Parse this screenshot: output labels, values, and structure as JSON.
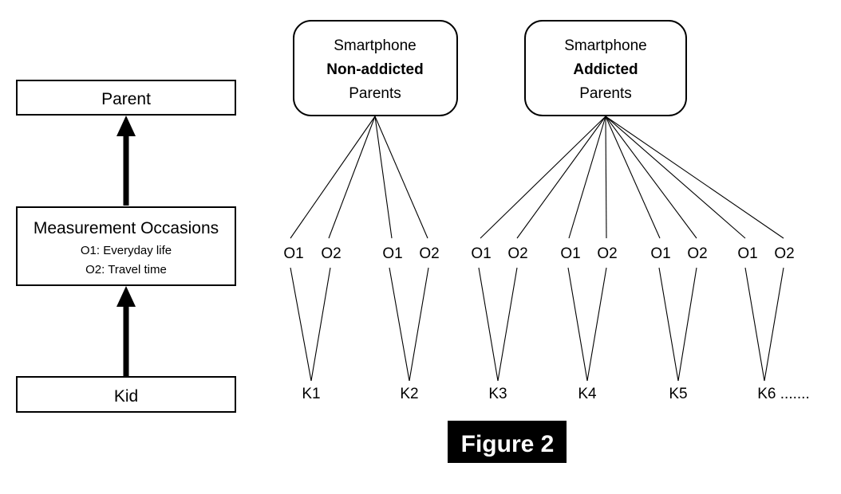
{
  "figure": {
    "caption": "Figure 2",
    "caption_bg": "#000000",
    "caption_fg": "#ffffff"
  },
  "left_panel": {
    "levels": [
      {
        "id": "parent",
        "label": "Parent"
      },
      {
        "id": "measurement-occasions",
        "label": "Measurement Occasions",
        "sublabels": [
          "O1: Everyday life",
          "O2: Travel time"
        ]
      },
      {
        "id": "kid",
        "label": "Kid"
      }
    ],
    "arrows": [
      {
        "id": "kid-to-occasions",
        "direction": "up"
      },
      {
        "id": "occasions-to-parent",
        "direction": "up"
      }
    ]
  },
  "right_panel": {
    "groups": [
      {
        "id": "non-addicted",
        "line1": "Smartphone",
        "line2": "Non-addicted",
        "line3": "Parents",
        "kids": [
          "K1",
          "K2"
        ],
        "occasion_labels": [
          "O1",
          "O2",
          "O1",
          "O2"
        ]
      },
      {
        "id": "addicted",
        "line1": "Smartphone",
        "line2": "Addicted",
        "line3": "Parents",
        "kids": [
          "K3",
          "K4",
          "K5",
          "K6 ......."
        ],
        "occasion_labels": [
          "O1",
          "O2",
          "O1",
          "O2",
          "O1",
          "O2",
          "O1",
          "O2"
        ]
      }
    ],
    "occasion_row": [
      "O1",
      "O2",
      "O1",
      "O2",
      "O1",
      "O2",
      "O1",
      "O2",
      "O1",
      "O2",
      "O1",
      "O2"
    ],
    "kid_row": [
      "K1",
      "K2",
      "K3",
      "K4",
      "K5",
      "K6 ......."
    ]
  },
  "colors": {
    "stroke": "#000000",
    "fill": "#ffffff",
    "background": "#ffffff"
  }
}
